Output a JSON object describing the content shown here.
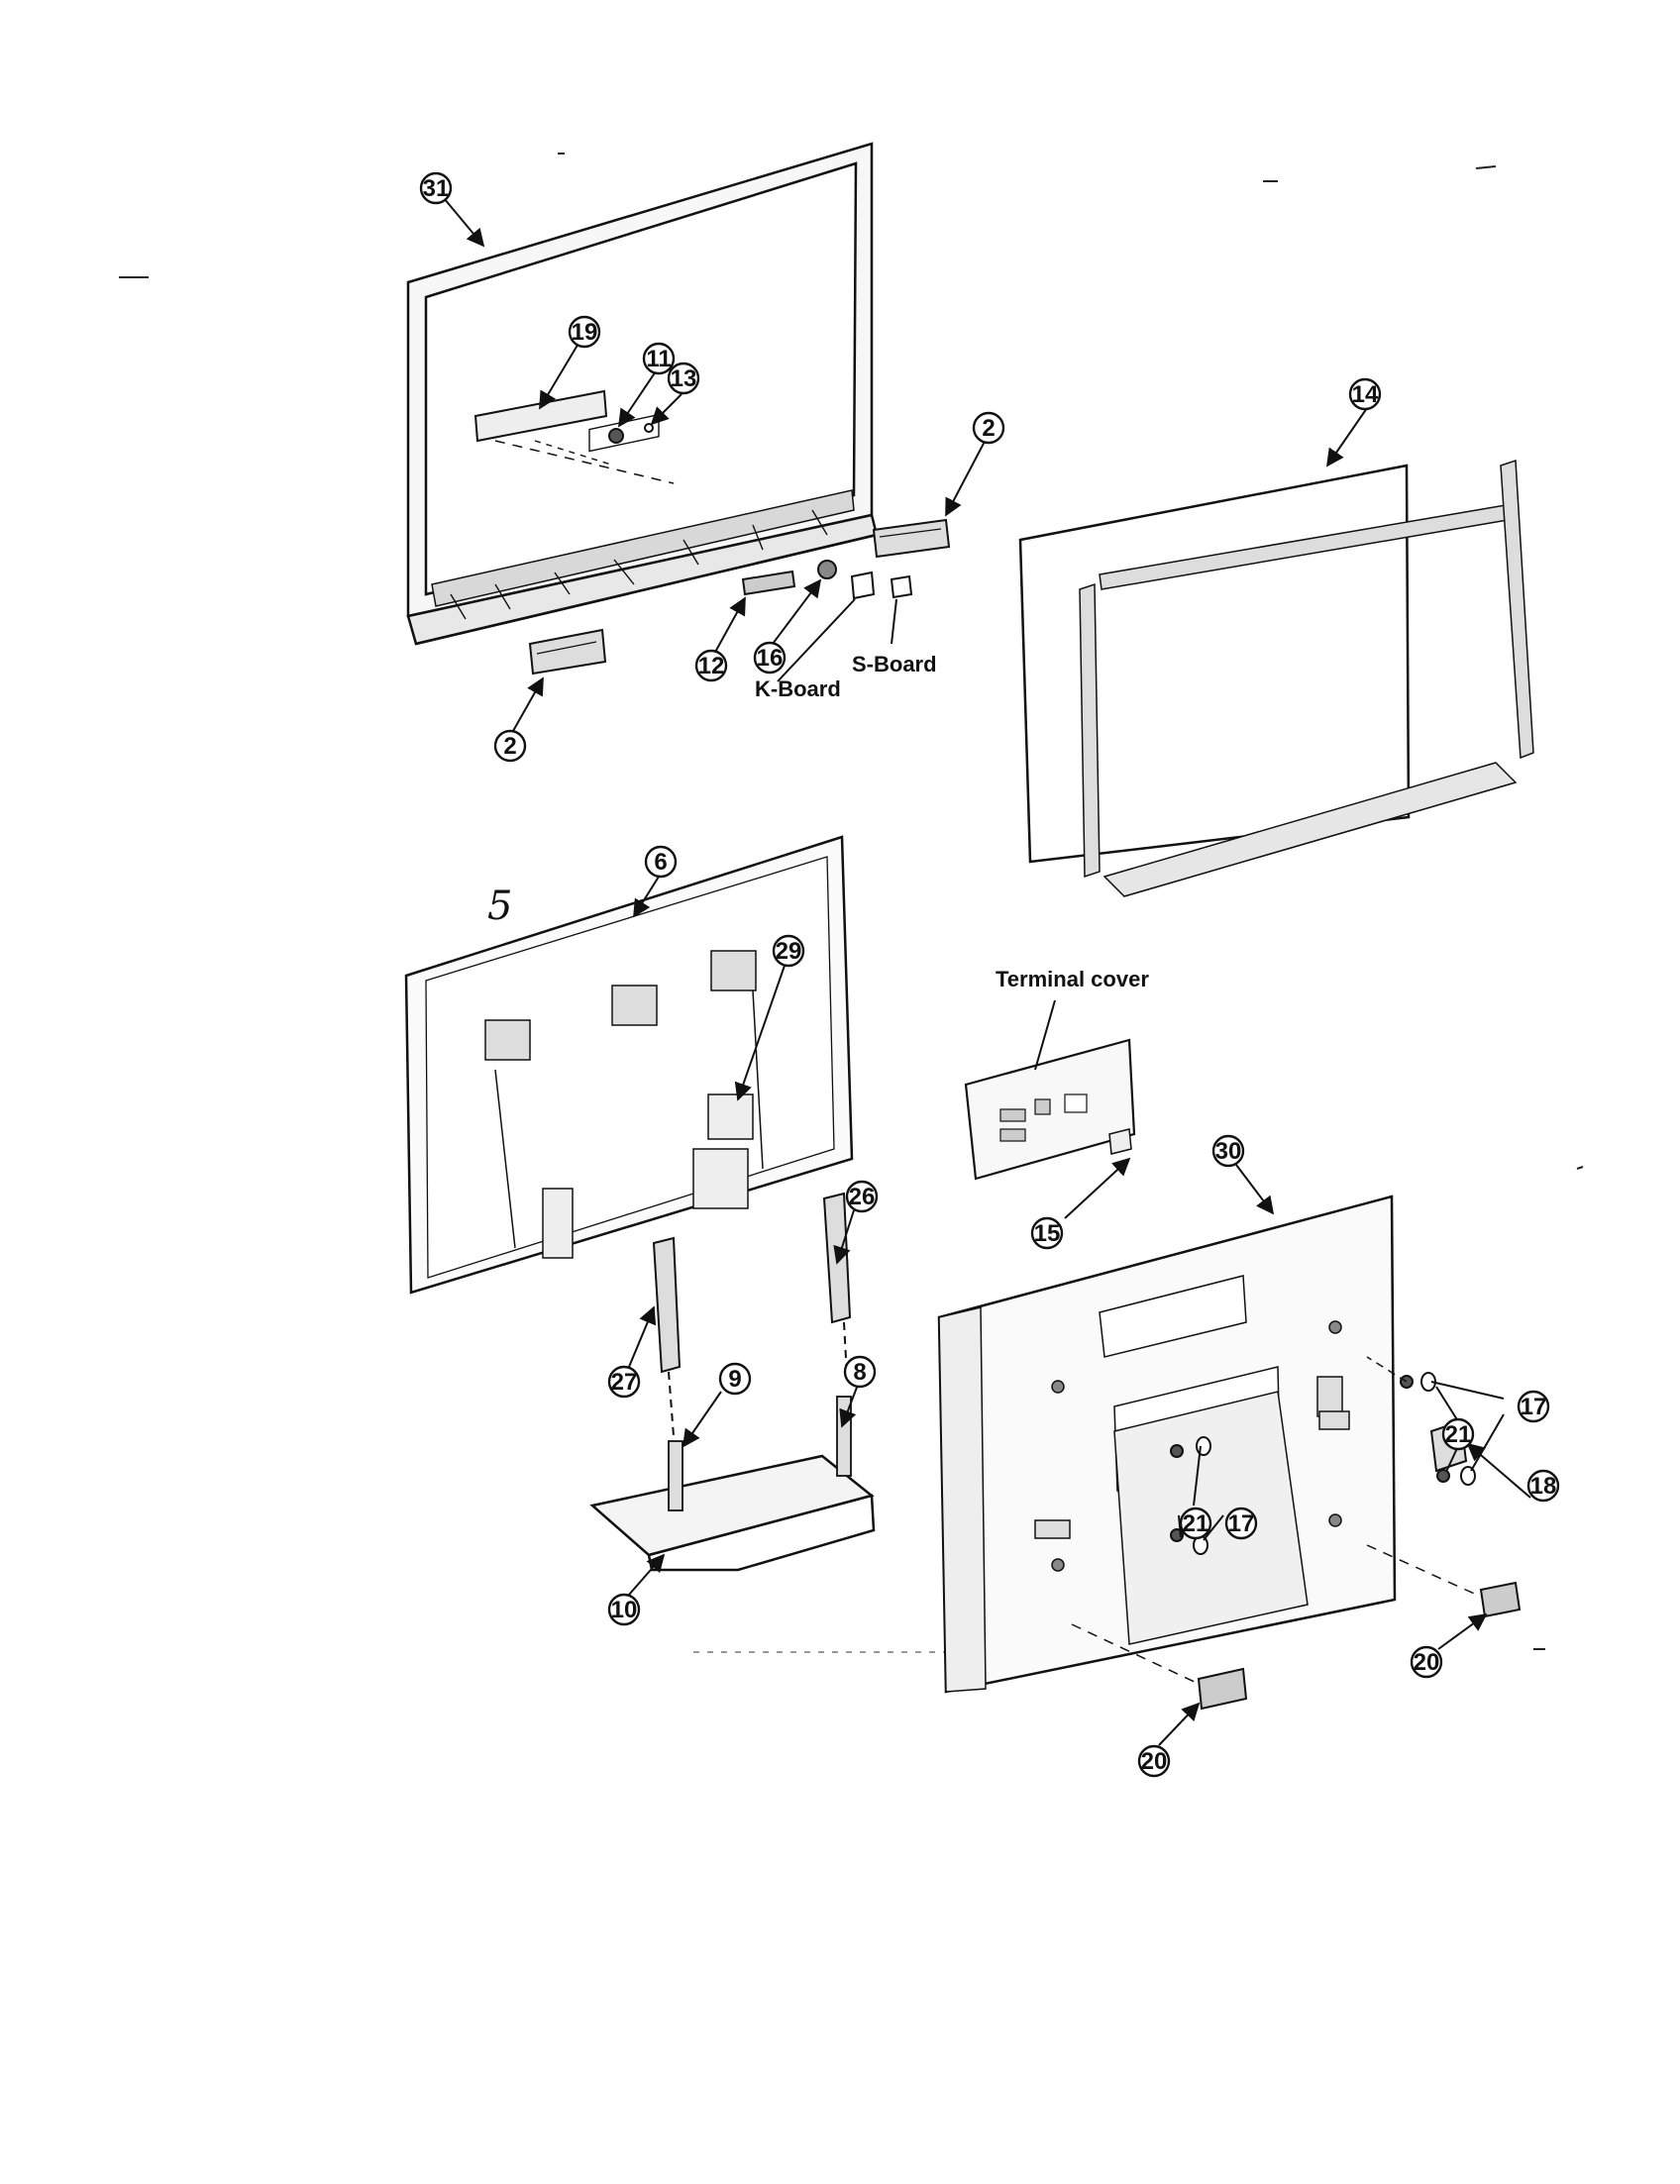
{
  "labels": {
    "k_board": "K-Board",
    "s_board": "S-Board",
    "terminal_cover": "Terminal cover",
    "handwritten_5": "5"
  },
  "callouts": [
    {
      "id": "c31",
      "text": "31"
    },
    {
      "id": "c19",
      "text": "19"
    },
    {
      "id": "c11",
      "text": "11"
    },
    {
      "id": "c13",
      "text": "13"
    },
    {
      "id": "c2a",
      "text": "2"
    },
    {
      "id": "c2b",
      "text": "2"
    },
    {
      "id": "c12",
      "text": "12"
    },
    {
      "id": "c16",
      "text": "16"
    },
    {
      "id": "c14",
      "text": "14"
    },
    {
      "id": "c6",
      "text": "6"
    },
    {
      "id": "c29",
      "text": "29"
    },
    {
      "id": "c15",
      "text": "15"
    },
    {
      "id": "c30",
      "text": "30"
    },
    {
      "id": "c26",
      "text": "26"
    },
    {
      "id": "c27",
      "text": "27"
    },
    {
      "id": "c9",
      "text": "9"
    },
    {
      "id": "c8",
      "text": "8"
    },
    {
      "id": "c10",
      "text": "10"
    },
    {
      "id": "c21a",
      "text": "21"
    },
    {
      "id": "c21b",
      "text": "21"
    },
    {
      "id": "c17a",
      "text": "17"
    },
    {
      "id": "c17b",
      "text": "17"
    },
    {
      "id": "c18",
      "text": "18"
    },
    {
      "id": "c20a",
      "text": "20"
    },
    {
      "id": "c20b",
      "text": "20"
    }
  ]
}
